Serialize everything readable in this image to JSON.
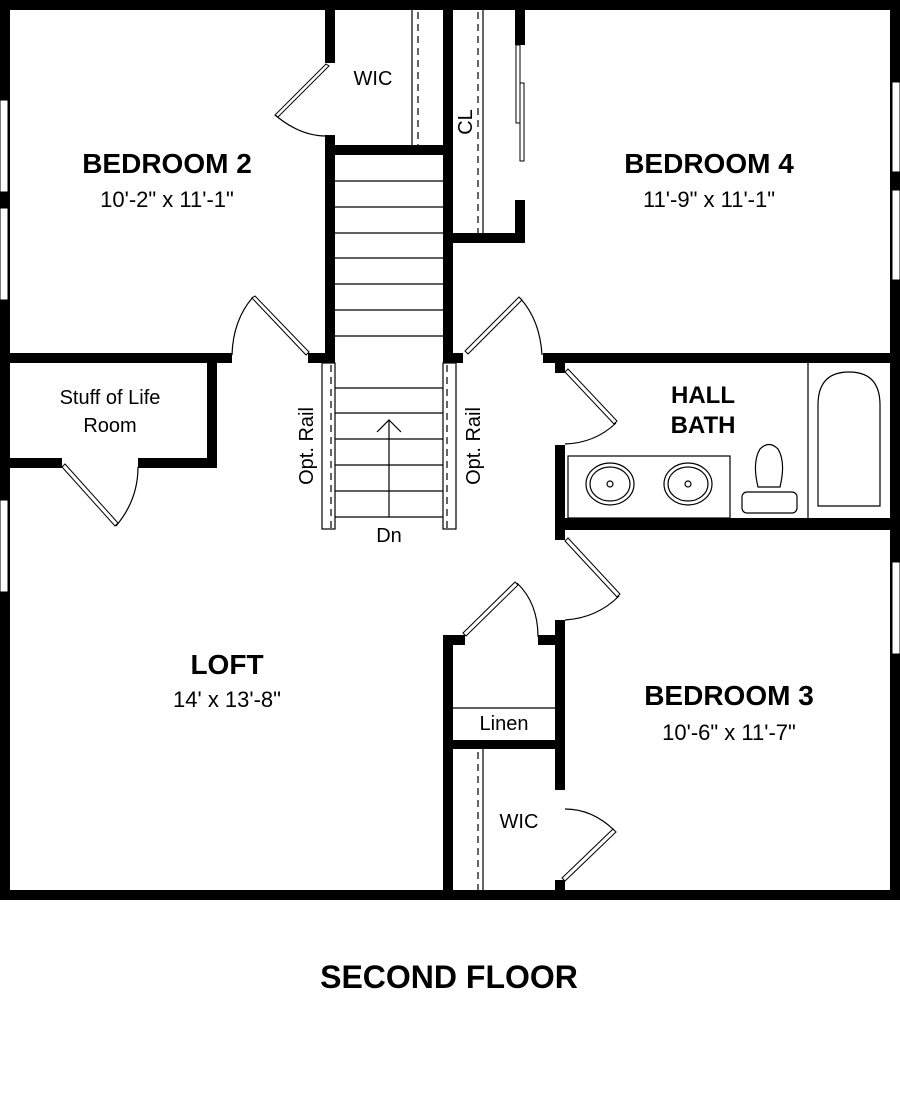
{
  "floor_title": "SECOND FLOOR",
  "rooms": {
    "bedroom2": {
      "name": "BEDROOM 2",
      "dims": "10'-2\" x 11'-1\""
    },
    "bedroom4": {
      "name": "BEDROOM 4",
      "dims": "11'-9\" x 11'-1\""
    },
    "bedroom3": {
      "name": "BEDROOM 3",
      "dims": "10'-6\" x 11'-7\""
    },
    "loft": {
      "name": "LOFT",
      "dims": "14' x 13'-8\""
    },
    "hall_bath": {
      "line1": "HALL",
      "line2": "BATH"
    },
    "stuff_of_life": {
      "line1": "Stuff of Life",
      "line2": "Room"
    },
    "wic_top": "WIC",
    "wic_bottom": "WIC",
    "closet": "CL",
    "linen": "Linen"
  },
  "stairs": {
    "rail_left": "Opt. Rail",
    "rail_right": "Opt. Rail",
    "direction": "Dn"
  },
  "colors": {
    "wall": "#000000",
    "background": "#ffffff"
  }
}
